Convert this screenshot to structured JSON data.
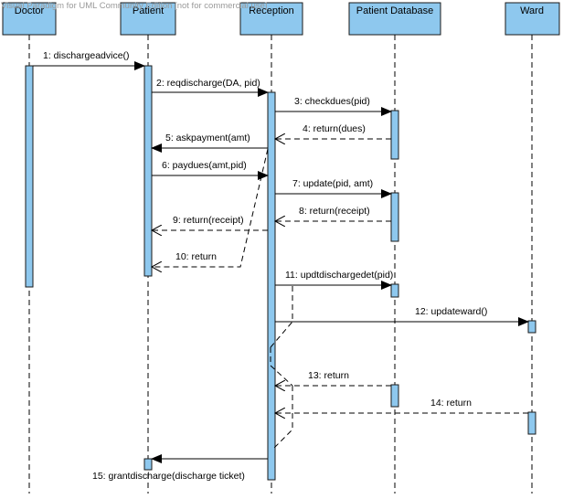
{
  "watermark": "Visual Paradigm for UML Community Edition [not for commercial use]",
  "lifelines": [
    {
      "id": "doctor",
      "label": "Doctor"
    },
    {
      "id": "patient",
      "label": "Patient"
    },
    {
      "id": "reception",
      "label": "Reception"
    },
    {
      "id": "patient_db",
      "label": "Patient Database"
    },
    {
      "id": "ward",
      "label": "Ward"
    }
  ],
  "messages": [
    {
      "label": "1: dischargeadvice()",
      "type": "sync"
    },
    {
      "label": "2: reqdischarge(DA, pid)",
      "type": "sync"
    },
    {
      "label": "3: checkdues(pid)",
      "type": "sync"
    },
    {
      "label": "4: return(dues)",
      "type": "return"
    },
    {
      "label": "5: askpayment(amt)",
      "type": "sync"
    },
    {
      "label": "6: paydues(amt,pid)",
      "type": "sync"
    },
    {
      "label": "7: update(pid, amt)",
      "type": "sync"
    },
    {
      "label": "8: return(receipt)",
      "type": "return"
    },
    {
      "label": "9: return(receipt)",
      "type": "return"
    },
    {
      "label": "10: return",
      "type": "return"
    },
    {
      "label": "11: updtdischargedet(pid)",
      "type": "sync"
    },
    {
      "label": "12: updateward()",
      "type": "sync"
    },
    {
      "label": "13: return",
      "type": "return"
    },
    {
      "label": "14: return",
      "type": "return"
    },
    {
      "label": "15: grantdischarge(discharge ticket)",
      "type": "sync"
    }
  ],
  "colors": {
    "box_fill": "#8ec8ee",
    "line": "#000000"
  }
}
